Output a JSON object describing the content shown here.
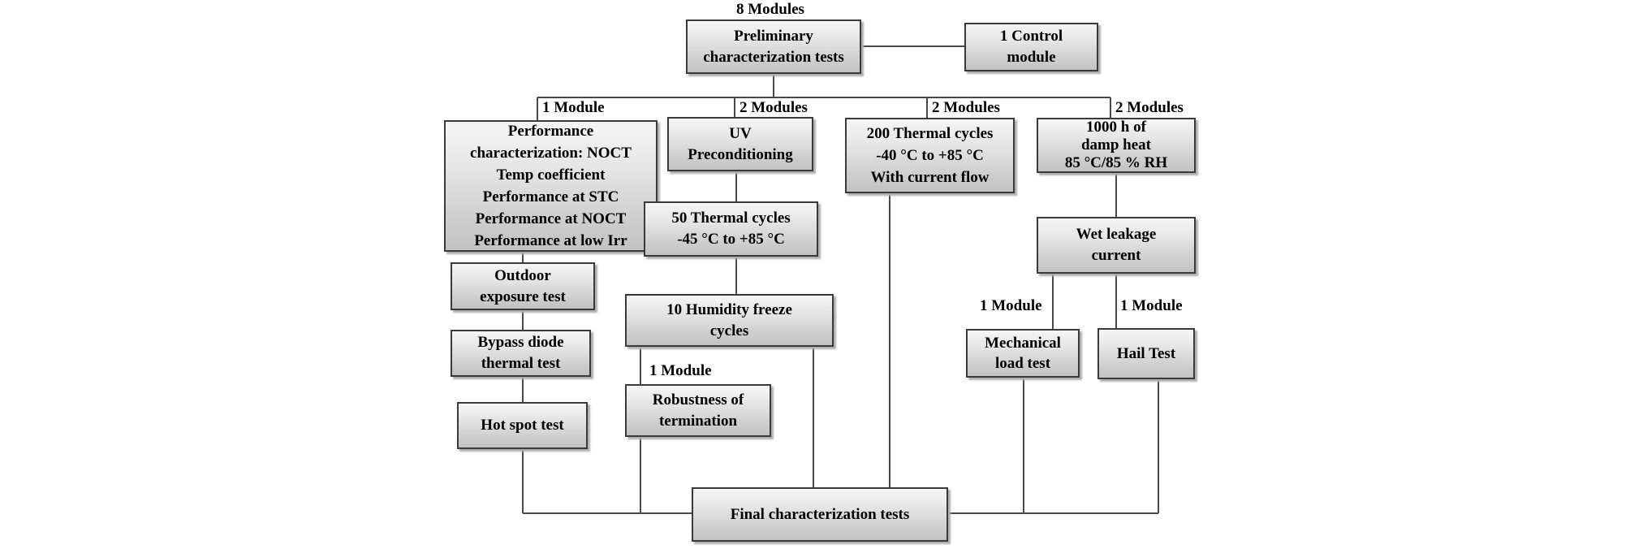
{
  "flowchart": {
    "module_labels": {
      "top": "8 Modules",
      "branch_1": "1 Module",
      "branch_2": "2 Modules",
      "branch_3": "2 Modules",
      "branch_4": "2 Modules",
      "robustness": "1 Module",
      "mechanical_load": "1 Module",
      "hail": "1 Module"
    },
    "boxes": {
      "preliminary": [
        "Preliminary",
        "characterization tests"
      ],
      "control": [
        "1 Control",
        "module"
      ],
      "performance": [
        "Performance",
        "characterization: NOCT",
        "Temp coefficient",
        "Performance at STC",
        "Performance at NOCT",
        "Performance at low Irr"
      ],
      "uv_preconditioning": [
        "UV",
        "Preconditioning"
      ],
      "thermal_cycles_50": [
        "50 Thermal cycles",
        "-45 °C to +85 °C"
      ],
      "humidity_freeze": [
        "10 Humidity freeze",
        "cycles"
      ],
      "robustness": [
        "Robustness of",
        "termination"
      ],
      "thermal_cycles_200": [
        "200 Thermal cycles",
        "-40 °C to +85 °C",
        "With current flow"
      ],
      "damp_heat": [
        "1000 h of",
        "damp heat",
        "85 °C/85 % RH"
      ],
      "wet_leakage": [
        "Wet leakage",
        "current"
      ],
      "mechanical_load": [
        "Mechanical",
        "load test"
      ],
      "hail": [
        "Hail Test"
      ],
      "outdoor_exposure": [
        "Outdoor",
        "exposure test"
      ],
      "bypass_diode": [
        "Bypass diode",
        "thermal test"
      ],
      "hot_spot": [
        "Hot spot test"
      ],
      "final": [
        "Final characterization tests"
      ]
    },
    "colors": {
      "box_fill_top": "#f6f6f6",
      "box_fill_bottom": "#c2c2c2",
      "box_border": "#3a3a3a",
      "connector_line": "#4a4a4a",
      "text": "#000000",
      "background": "#ffffff"
    }
  }
}
